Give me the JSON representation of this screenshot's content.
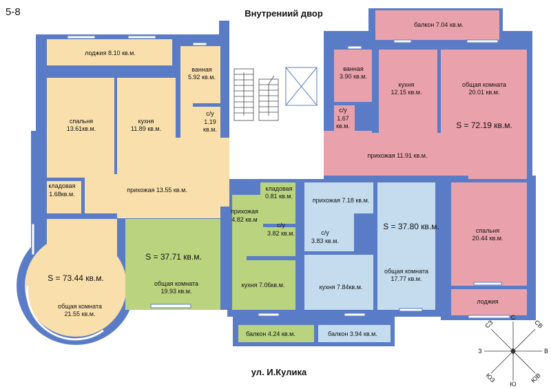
{
  "page_label": "5-8",
  "top_label": "Внутрениий двор",
  "bottom_label": "ул. И.Кулика",
  "apartments": {
    "a1": {
      "total": "S = 73.44 кв.м."
    },
    "a2": {
      "total": "S = 37.71 кв.м."
    },
    "a3": {
      "total": "S = 37.80 кв.м."
    },
    "a4": {
      "total": "S = 72.19 кв.м."
    }
  },
  "rooms": {
    "loggia_a1": {
      "name": "лоджия 8.10 кв.м."
    },
    "bedroom_a1": {
      "name": "спальня",
      "area": "13.61кв.м."
    },
    "kitchen_a1": {
      "name": "кухня",
      "area": "11.89 кв.м."
    },
    "bath_a1": {
      "name": "ванная",
      "area": "5.92 кв.м."
    },
    "wc_a1": {
      "name": "с/у",
      "area": "1.19",
      "unit": "кв.м."
    },
    "storage_a1": {
      "name": "кладовая",
      "area": "1.68кв.м."
    },
    "hall_a1": {
      "name": "прихожая 13.55 кв.м."
    },
    "living_a1": {
      "name": "общая комната",
      "area": "21.55 кв.м."
    },
    "storage_a2": {
      "name": "кладовая",
      "area": "0.81 кв.м."
    },
    "hall_a2": {
      "name": "прихожая",
      "area": "4.82 кв.м"
    },
    "wc_a2": {
      "name": "с/у",
      "area": "3.82 кв.м."
    },
    "living_a2": {
      "name": "общая комната",
      "area": "19.93 кв.м."
    },
    "kitchen_a2": {
      "name": "кухня 7.06кв.м."
    },
    "balcony_a2": {
      "name": "балкон 4.24 кв.м."
    },
    "hall_a3": {
      "name": "прихожая 7.18 кв.м."
    },
    "wc_a3": {
      "name": "с/у",
      "area": "3.83 кв.м."
    },
    "kitchen_a3": {
      "name": "кухня 7.84кв.м."
    },
    "living_a3": {
      "name": "общая комната",
      "area": "17.77 кв.м."
    },
    "balcony_a3": {
      "name": "балкон 3.94 кв.м."
    },
    "balcony_a4": {
      "name": "балкон 7.04 кв.м."
    },
    "bath_a4": {
      "name": "ванная",
      "area": "3.90 кв.м."
    },
    "kitchen_a4": {
      "name": "кухня",
      "area": "12.15 кв.м."
    },
    "living_a4": {
      "name": "общая комната",
      "area": "20.01 кв.м."
    },
    "wc_a4": {
      "name": "с/у",
      "area": "1.67",
      "unit": "кв.м."
    },
    "hall_a4": {
      "name": "прихожая 11.91 кв.м."
    },
    "bedroom_a4": {
      "name": "спальня",
      "area": "20.44 кв.м."
    },
    "loggia_a4": {
      "name": "лоджия"
    }
  },
  "compass": {
    "n": "С",
    "ne": "СВ",
    "e": "В",
    "se": "ЮВ",
    "s": "Ю",
    "sw": "ЮЗ",
    "w": "З",
    "nw": "СЗ"
  },
  "colors": {
    "wall": "#5a7cc6",
    "apt1": "#f8dfab",
    "apt2": "#b9d37f",
    "apt3": "#c4dcee",
    "apt4": "#e9a1ab"
  }
}
